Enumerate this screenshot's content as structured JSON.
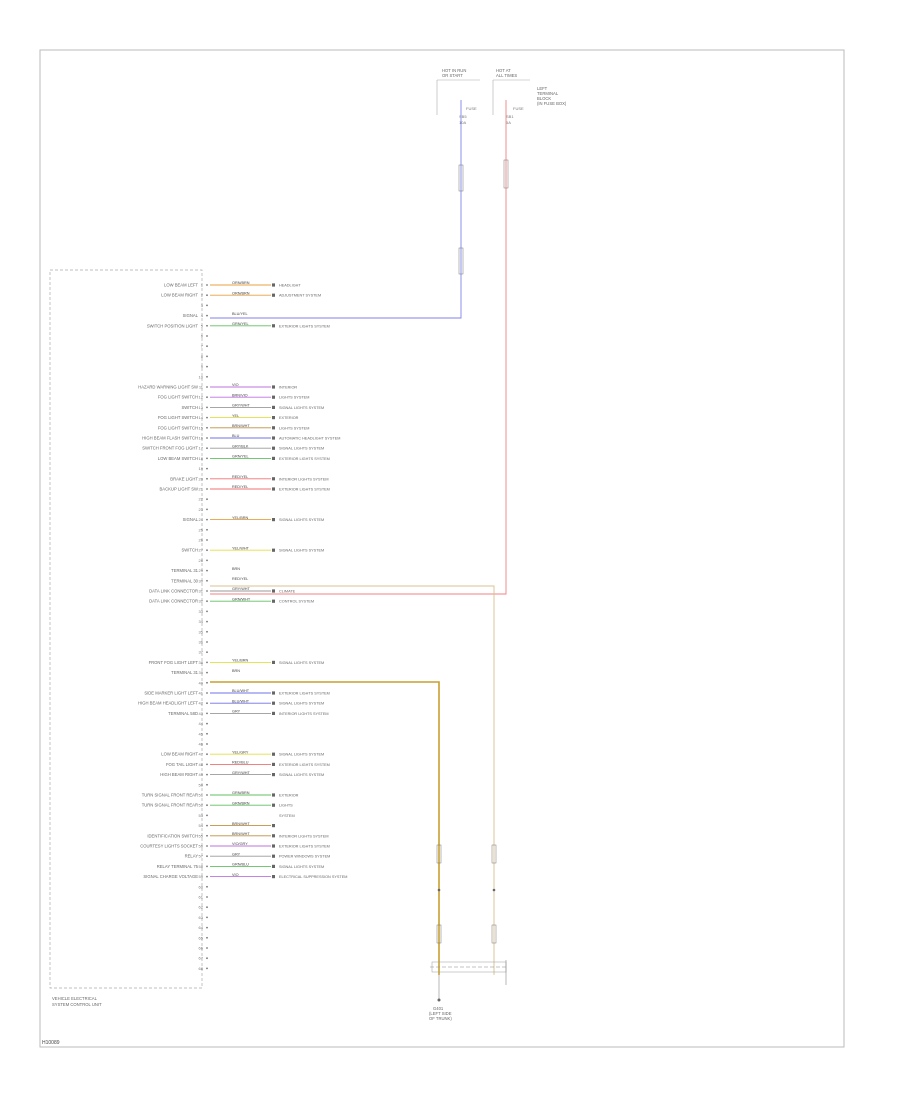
{
  "diagram": {
    "code": "H10089",
    "module_label": [
      "VEHICLE ELECTRICAL",
      "SYSTEM CONTROL UNIT"
    ],
    "fuse_left_label": [
      "HOT IN RUN",
      "OR START"
    ],
    "fuse_right_label": [
      "HOT AT",
      "ALL TIMES"
    ],
    "right_side_label": [
      "LEFT",
      "TERMINAL",
      "BLOCK",
      "(IN FUSE BOX)"
    ],
    "fuse_left_text": [
      "FUSE",
      "SB5",
      "10A"
    ],
    "fuse_right_text": [
      "FUSE",
      "SB1",
      "5A"
    ],
    "ground_label": [
      "G401",
      "(LEFT SIDE",
      "OF TRUNK)"
    ],
    "colors": {
      "blue": "#7070e8",
      "red": "#f07070",
      "tan": "#d8b878",
      "brown": "#c09040",
      "orange": "#e8a040",
      "violet": "#c070e0",
      "yellow": "#e0e040",
      "green": "#60c060",
      "grey": "#999999",
      "gold": "#c8a020"
    },
    "pins": [
      {
        "label": "LOW BEAM LEFT",
        "color": "orange",
        "text": "ORN/BRN",
        "dest": "HEADLIGHT"
      },
      {
        "label": "LOW BEAM RIGHT",
        "color": "orange",
        "text": "ORN/BRN",
        "dest": "ADJUSTMENT SYSTEM"
      },
      {
        "label": "",
        "color": "",
        "text": "",
        "dest": ""
      },
      {
        "label": "SIGNAL",
        "color": "blue",
        "text": "BLU/YEL",
        "dest": ""
      },
      {
        "label": "SWITCH POSITION LIGHT",
        "color": "green",
        "text": "GRN/YEL",
        "dest": "EXTERIOR LIGHTS SYSTEM"
      },
      {
        "label": "",
        "color": "",
        "text": "",
        "dest": ""
      },
      {
        "label": "",
        "color": "",
        "text": "",
        "dest": ""
      },
      {
        "label": "",
        "color": "",
        "text": "",
        "dest": ""
      },
      {
        "label": "",
        "color": "",
        "text": "",
        "dest": ""
      },
      {
        "label": "",
        "color": "",
        "text": "",
        "dest": ""
      },
      {
        "label": "HAZARD WARNING LIGHT SW",
        "color": "violet",
        "text": "VIO",
        "dest": "INTERIOR"
      },
      {
        "label": "FOG LIGHT SWITCH",
        "color": "violet",
        "text": "BRN/VIO",
        "dest": "LIGHTS SYSTEM"
      },
      {
        "label": "SWITCH",
        "color": "grey",
        "text": "GRY/WHT",
        "dest": "SIGNAL LIGHTS SYSTEM"
      },
      {
        "label": "FOG LIGHT SWITCH",
        "color": "yellow",
        "text": "YEL",
        "dest": "EXTERIOR"
      },
      {
        "label": "FOG LIGHT SWITCH",
        "color": "brown",
        "text": "BRN/WHT",
        "dest": "LIGHTS SYSTEM"
      },
      {
        "label": "HIGH BEAM FLASH SWITCH",
        "color": "blue",
        "text": "BLU",
        "dest": "AUTOMATIC HEADLIGHT SYSTEM"
      },
      {
        "label": "SWITCH FRONT FOG LIGHT",
        "color": "grey",
        "text": "GRY/BLK",
        "dest": "SIGNAL LIGHTS SYSTEM"
      },
      {
        "label": "LOW BEAM SWITCH",
        "color": "green",
        "text": "GRN/YEL",
        "dest": "EXTERIOR LIGHTS SYSTEM"
      },
      {
        "label": "",
        "color": "",
        "text": "",
        "dest": ""
      },
      {
        "label": "BRAKE LIGHT",
        "color": "red",
        "text": "RED/YEL",
        "dest": "INTERIOR LIGHTS SYSTEM"
      },
      {
        "label": "BACKUP LIGHT SW",
        "color": "red",
        "text": "RED/YEL",
        "dest": "EXTERIOR LIGHTS SYSTEM"
      },
      {
        "label": "",
        "color": "",
        "text": "",
        "dest": ""
      },
      {
        "label": "",
        "color": "",
        "text": "",
        "dest": ""
      },
      {
        "label": "SIGNAL",
        "color": "orange",
        "text": "YEL/BRN",
        "dest": "SIGNAL LIGHTS SYSTEM"
      },
      {
        "label": "",
        "color": "",
        "text": "",
        "dest": ""
      },
      {
        "label": "",
        "color": "",
        "text": "",
        "dest": ""
      },
      {
        "label": "SWITCH",
        "color": "yellow",
        "text": "YEL/WHT",
        "dest": "SIGNAL LIGHTS SYSTEM"
      },
      {
        "label": "",
        "color": "",
        "text": "",
        "dest": ""
      },
      {
        "label": "TERMINAL 31",
        "color": "tan",
        "text": "BRN",
        "dest": ""
      },
      {
        "label": "TERMINAL 30",
        "color": "red",
        "text": "RED/YEL",
        "dest": ""
      },
      {
        "label": "DATA LINK CONNECTOR",
        "color": "grey",
        "text": "GRY/WHT",
        "dest": "CLIMATE"
      },
      {
        "label": "DATA LINK CONNECTOR",
        "color": "green",
        "text": "GRN/WHT",
        "dest": "CONTROL SYSTEM"
      },
      {
        "label": "",
        "color": "",
        "text": "",
        "dest": ""
      },
      {
        "label": "",
        "color": "",
        "text": "",
        "dest": ""
      },
      {
        "label": "",
        "color": "",
        "text": "",
        "dest": ""
      },
      {
        "label": "",
        "color": "",
        "text": "",
        "dest": ""
      },
      {
        "label": "",
        "color": "",
        "text": "",
        "dest": ""
      },
      {
        "label": "FRONT FOG LIGHT LEFT",
        "color": "yellow",
        "text": "YEL/BRN",
        "dest": "SIGNAL LIGHTS SYSTEM"
      },
      {
        "label": "TERMINAL 31",
        "color": "gold",
        "text": "BRN",
        "dest": ""
      },
      {
        "label": "",
        "color": "",
        "text": "",
        "dest": ""
      },
      {
        "label": "SIDE MARKER LIGHT LEFT",
        "color": "blue",
        "text": "BLU/WHT",
        "dest": "EXTERIOR LIGHTS SYSTEM"
      },
      {
        "label": "HIGH BEAM HEADLIGHT LEFT",
        "color": "blue",
        "text": "BLU/WHT",
        "dest": "SIGNAL LIGHTS SYSTEM"
      },
      {
        "label": "TERMINAL 58D",
        "color": "grey",
        "text": "GRY",
        "dest": "INTERIOR LIGHTS SYSTEM"
      },
      {
        "label": "",
        "color": "",
        "text": "",
        "dest": ""
      },
      {
        "label": "",
        "color": "",
        "text": "",
        "dest": ""
      },
      {
        "label": "",
        "color": "",
        "text": "",
        "dest": ""
      },
      {
        "label": "LOW BEAM RIGHT",
        "color": "yellow",
        "text": "YEL/GRY",
        "dest": "SIGNAL LIGHTS SYSTEM"
      },
      {
        "label": "FOG TAIL LIGHT",
        "color": "red",
        "text": "RED/BLU",
        "dest": "EXTERIOR LIGHTS SYSTEM"
      },
      {
        "label": "HIGH BEAM RIGHT",
        "color": "grey",
        "text": "GRY/WHT",
        "dest": "SIGNAL LIGHTS SYSTEM"
      },
      {
        "label": "",
        "color": "",
        "text": "",
        "dest": ""
      },
      {
        "label": "TURN SIGNAL FRONT REAR",
        "color": "green",
        "text": "GRN/BRN",
        "dest": "EXTERIOR"
      },
      {
        "label": "TURN SIGNAL FRONT REAR",
        "color": "green",
        "text": "GRN/BRN",
        "dest": "LIGHTS"
      },
      {
        "label": "",
        "color": "",
        "text": "",
        "dest": "SYSTEM"
      },
      {
        "label": "",
        "color": "brown",
        "text": "BRN/WHT",
        "dest": ""
      },
      {
        "label": "IDENTIFICATION SWITCH",
        "color": "brown",
        "text": "BRN/WHT",
        "dest": "INTERIOR LIGHTS SYSTEM"
      },
      {
        "label": "COURTESY LIGHTS SOCKET",
        "color": "violet",
        "text": "VIO/GRY",
        "dest": "EXTERIOR LIGHTS SYSTEM"
      },
      {
        "label": "RELAY",
        "color": "grey",
        "text": "GRY",
        "dest": "POWER WINDOWS SYSTEM"
      },
      {
        "label": "RELAY TERMINAL 75",
        "color": "green",
        "text": "GRN/BLU",
        "dest": "SIGNAL LIGHTS SYSTEM"
      },
      {
        "label": "SIGNAL CHARGE VOLTAGE",
        "color": "violet",
        "text": "VIO",
        "dest": "ELECTRICAL SUPPRESSION SYSTEM"
      },
      {
        "label": "",
        "color": "",
        "text": "",
        "dest": ""
      },
      {
        "label": "",
        "color": "",
        "text": "",
        "dest": ""
      },
      {
        "label": "",
        "color": "",
        "text": "",
        "dest": ""
      },
      {
        "label": "",
        "color": "",
        "text": "",
        "dest": ""
      },
      {
        "label": "",
        "color": "",
        "text": "",
        "dest": ""
      },
      {
        "label": "",
        "color": "",
        "text": "",
        "dest": ""
      },
      {
        "label": "",
        "color": "",
        "text": "",
        "dest": ""
      },
      {
        "label": "",
        "color": "",
        "text": "",
        "dest": ""
      },
      {
        "label": "",
        "color": "",
        "text": "",
        "dest": ""
      }
    ]
  }
}
